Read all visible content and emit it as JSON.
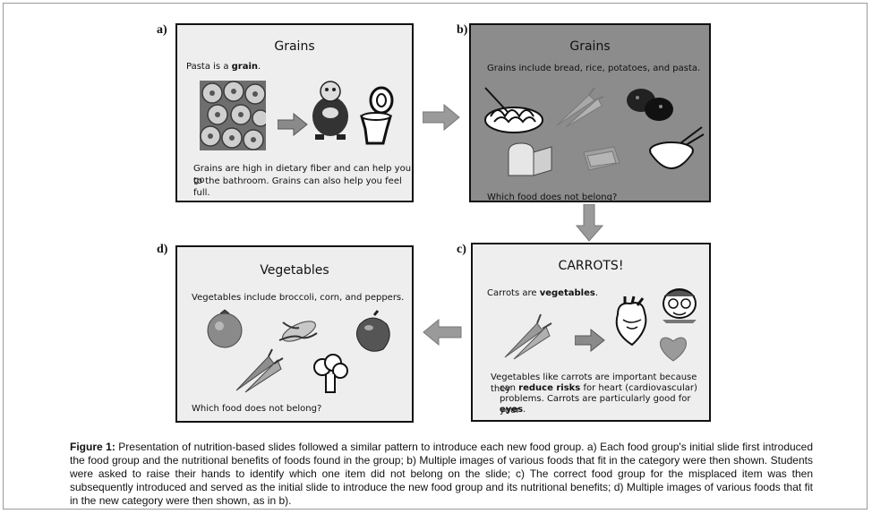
{
  "panels": {
    "a": {
      "label": "a)",
      "title": "Grains",
      "intro_pre": "Pasta is a ",
      "intro_bold": "grain",
      "intro_post": ".",
      "body_line1": "Grains are high in dietary fiber and can help you go",
      "body_line2": "to the bathroom. Grains can also help you feel full."
    },
    "b": {
      "label": "b)",
      "title": "Grains",
      "subtitle": "Grains include bread, rice, potatoes, and pasta.",
      "question": "Which food does not belong?"
    },
    "c": {
      "label": "c)",
      "title": "CARROTS!",
      "intro_pre": "Carrots are ",
      "intro_bold": "vegetables",
      "intro_post": ".",
      "body_line1": "Vegetables like carrots are important because they",
      "body_line2_pre": "can ",
      "body_line2_bold": "reduce risks",
      "body_line2_post": " for heart (cardiovascular)",
      "body_line3": "problems.  Carrots are particularly good for your",
      "body_line4_bold": "eyes",
      "body_line4_post": "."
    },
    "d": {
      "label": "d)",
      "title": "Vegetables",
      "subtitle": "Vegetables include broccoli, corn, and peppers.",
      "question": "Which food does not belong?"
    }
  },
  "caption": {
    "figure_label": "Figure 1:",
    "text": " Presentation of nutrition-based slides followed a similar pattern to introduce each new food group. a) Each food group's initial slide first introduced the food group and the nutritional benefits of foods found in the group; b) Multiple images of various foods that fit in the category were then shown.  Students were asked to raise their hands to identify which one item did not belong on the slide; c) The correct food group for the misplaced item was then subsequently introduced and served as the initial slide to introduce the new food group and its nutritional benefits; d) Multiple images of various foods that fit in the new category were then shown, as in b)."
  }
}
